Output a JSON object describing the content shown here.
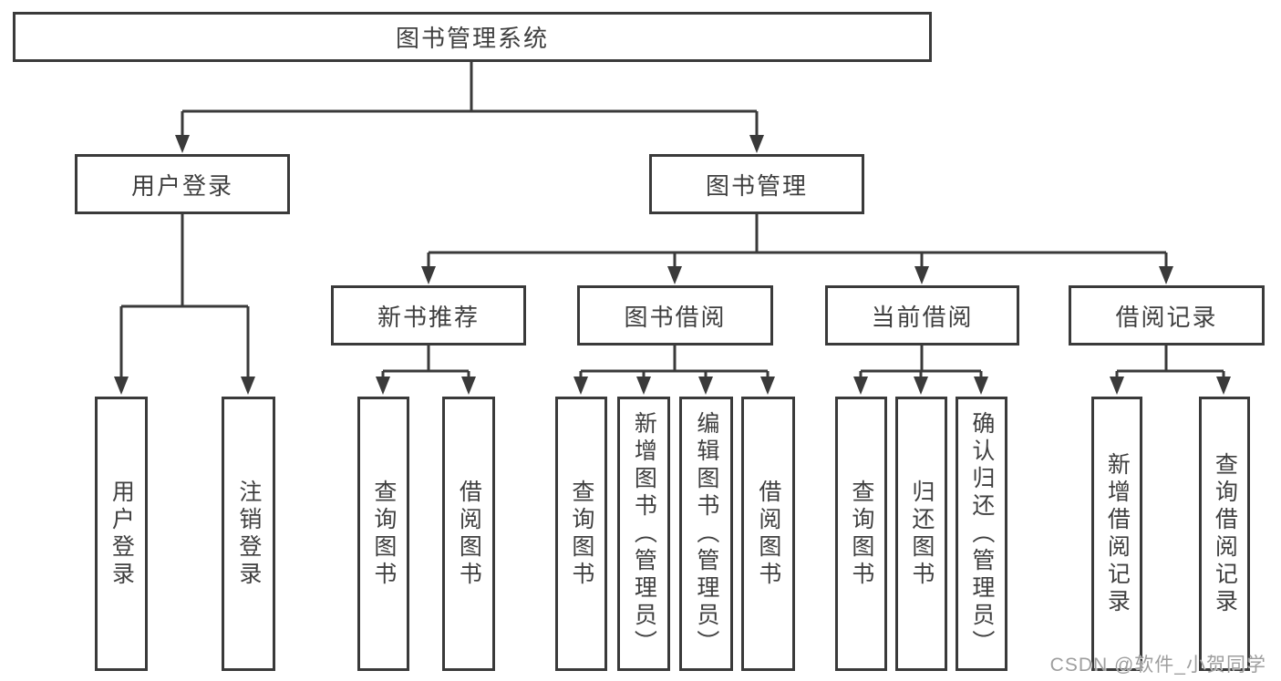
{
  "diagram": {
    "root": {
      "label": "图书管理系统"
    },
    "branches": [
      {
        "label": "用户登录",
        "children": [
          {
            "label": "用户登录"
          },
          {
            "label": "注销登录"
          }
        ]
      },
      {
        "label": "图书管理",
        "children": [
          {
            "label": "新书推荐",
            "children": [
              {
                "label": "查询图书"
              },
              {
                "label": "借阅图书"
              }
            ]
          },
          {
            "label": "图书借阅",
            "children": [
              {
                "label": "查询图书"
              },
              {
                "label": "新增图书（管理员）"
              },
              {
                "label": "编辑图书（管理员）"
              },
              {
                "label": "借阅图书"
              }
            ]
          },
          {
            "label": "当前借阅",
            "children": [
              {
                "label": "查询图书"
              },
              {
                "label": "归还图书"
              },
              {
                "label": "确认归还（管理员）"
              }
            ]
          },
          {
            "label": "借阅记录",
            "children": [
              {
                "label": "新增借阅记录"
              },
              {
                "label": "查询借阅记录"
              }
            ]
          }
        ]
      }
    ]
  },
  "watermark": {
    "text": "CSDN @软件_小贺同学"
  },
  "colors": {
    "line": "#3a3a3a",
    "box_border": "#3a3a3a",
    "text": "#3f3f3f",
    "watermark": "#9e9e9e",
    "background": "#ffffff"
  }
}
